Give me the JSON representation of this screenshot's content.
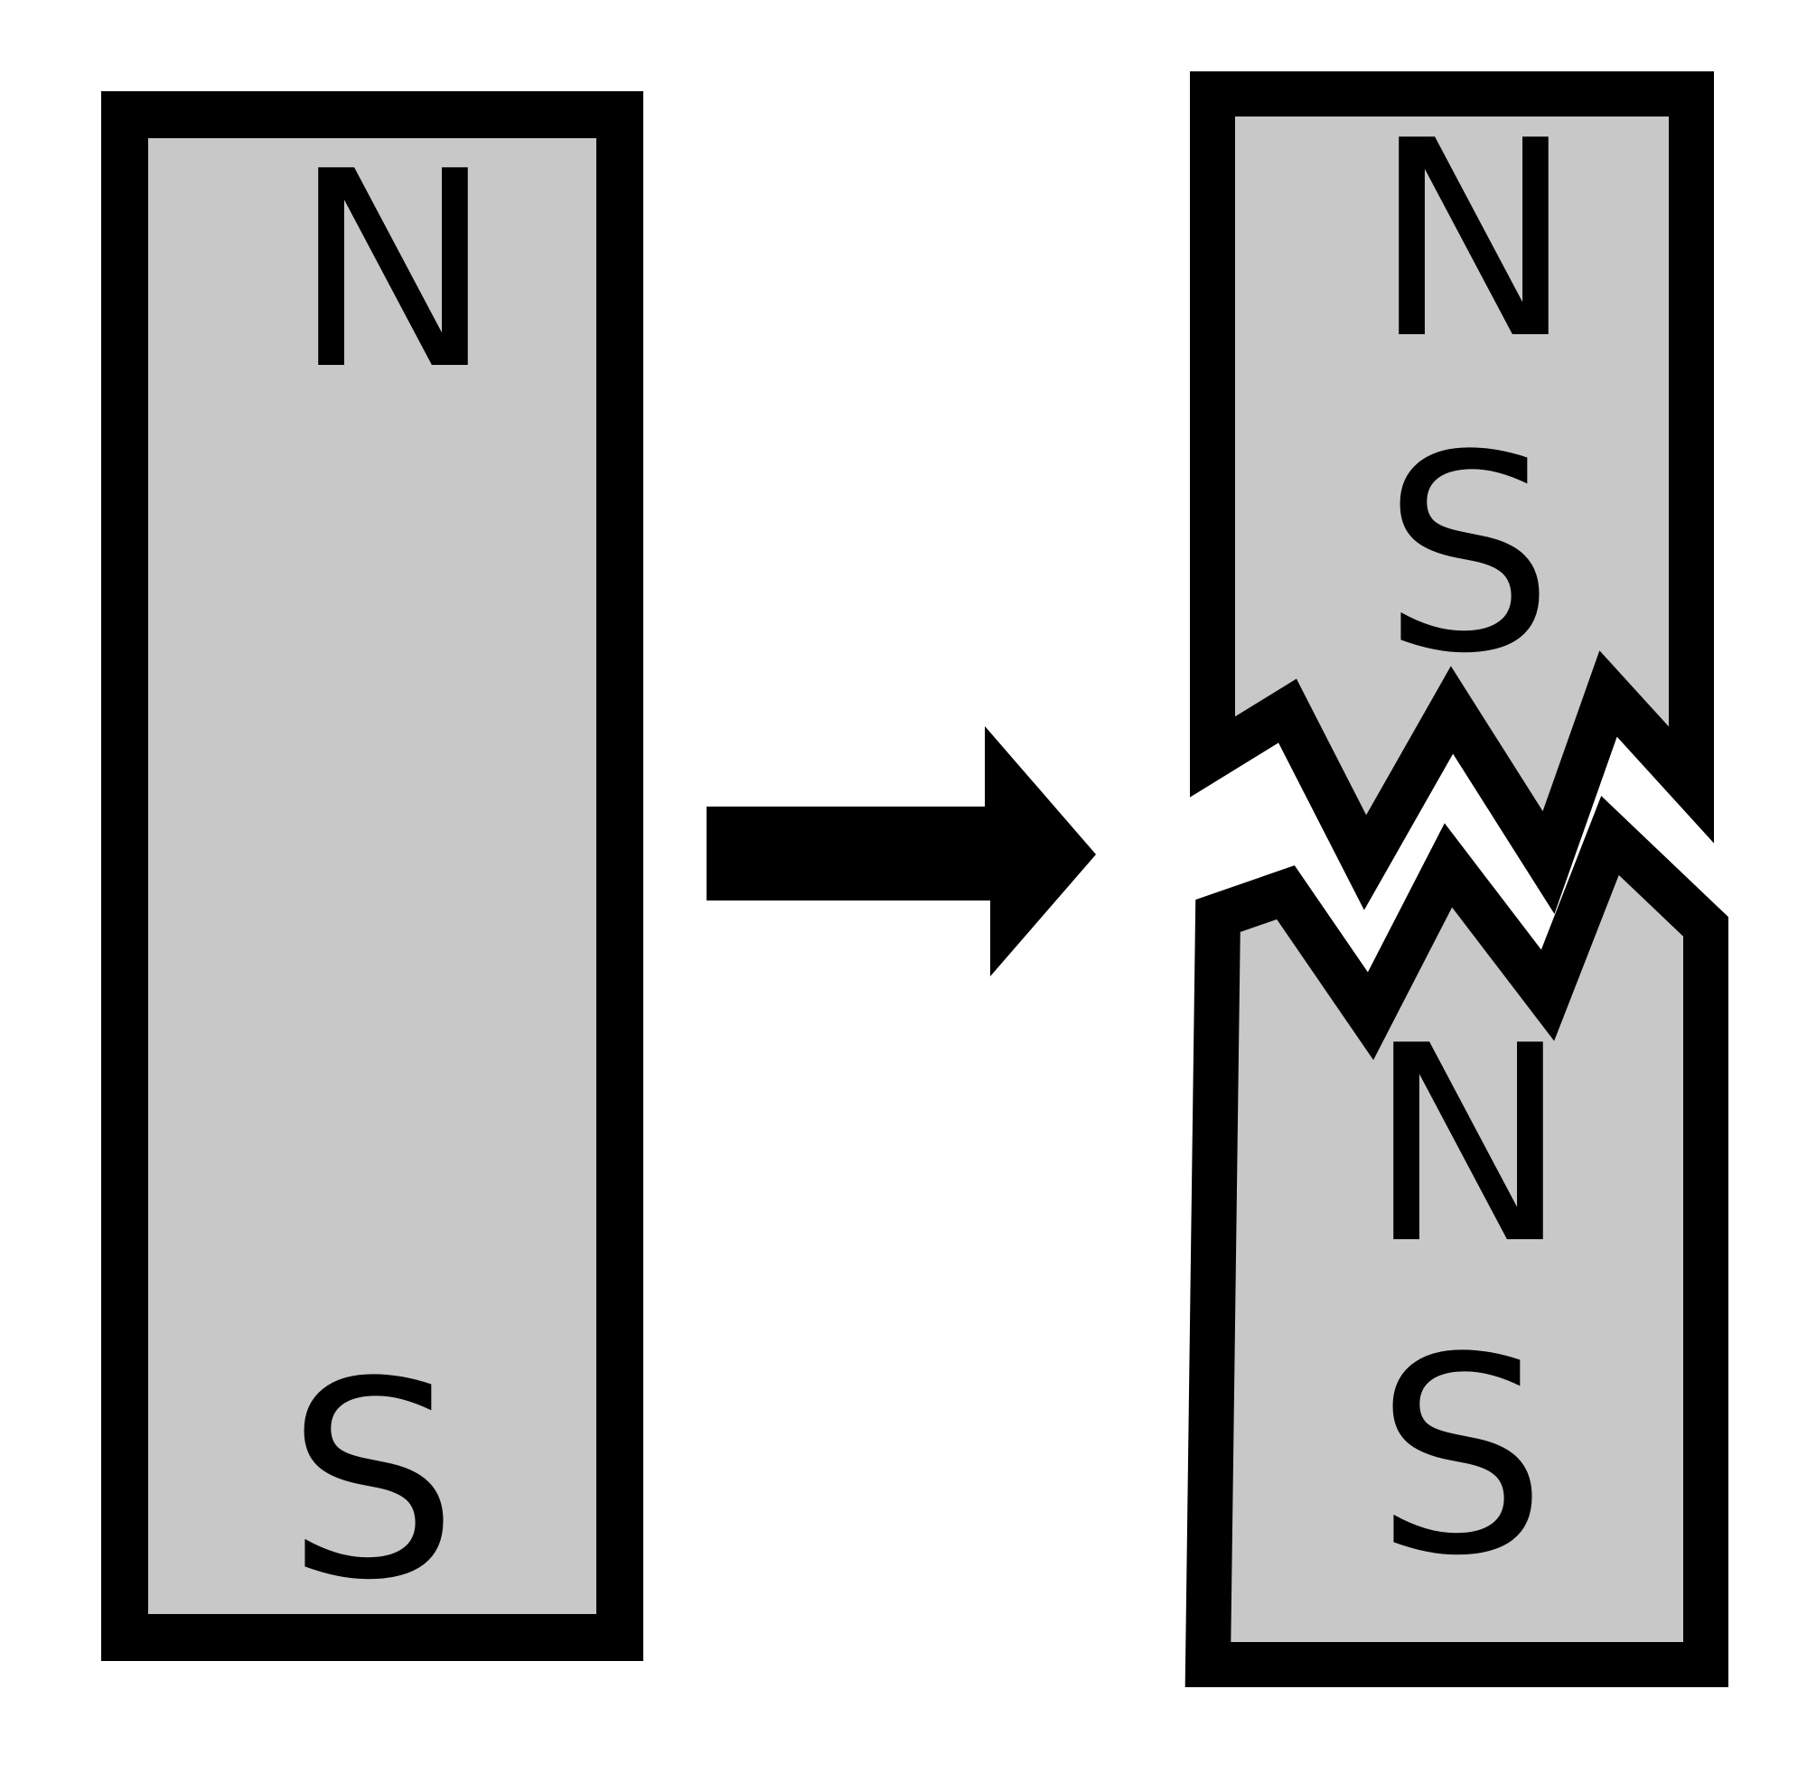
{
  "colors": {
    "background": "#ffffff",
    "magnet_fill": "#c8c8c8",
    "outline": "#000000"
  },
  "original_magnet": {
    "top_pole": "N",
    "bottom_pole": "S"
  },
  "arrow": {
    "icon": "right-arrow-icon"
  },
  "broken_magnet": {
    "upper_piece": {
      "top_pole": "N",
      "bottom_pole": "S"
    },
    "lower_piece": {
      "top_pole": "N",
      "bottom_pole": "S"
    }
  }
}
